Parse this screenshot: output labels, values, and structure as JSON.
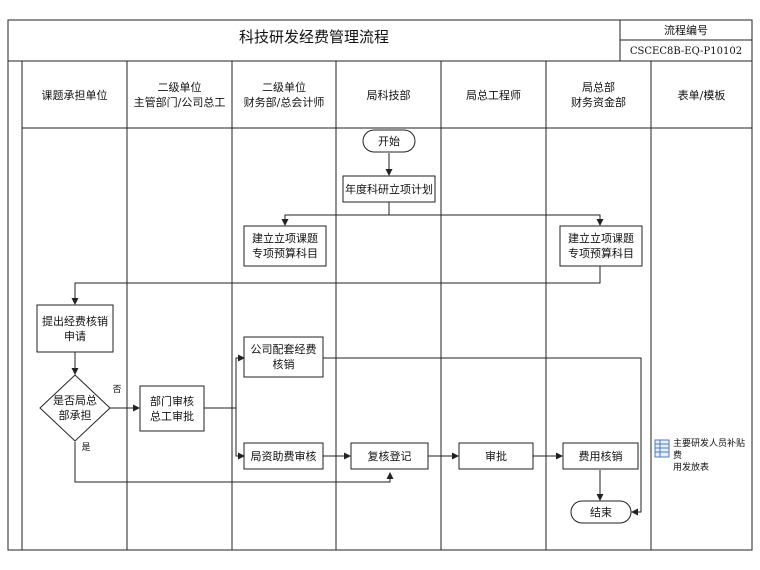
{
  "title": "科技研发经费管理流程",
  "process_no": {
    "label": "流程编号",
    "value": "CSCEC8B-EQ-P10102"
  },
  "lanes": [
    "课题承担单位",
    "二级单位\n主管部门/公司总工",
    "二级单位\n财务部/总会计师",
    "局科技部",
    "局总工程师",
    "局总部\n财务资金部",
    "表单/模板"
  ],
  "nodes": {
    "start": "开始",
    "plan": "年度科研立项计划",
    "budget_finance": "建立立项课题\n专项预算科目",
    "budget_hq": "建立立项课题\n专项预算科目",
    "apply": "提出经费核销\n申请",
    "decision": "是否局总\n部承担",
    "dept_review": "部门审核\n总工审批",
    "company_fund": "公司配套经费\n核销",
    "bureau_fund": "局资助费审核",
    "recheck": "复核登记",
    "approve": "审批",
    "expense": "费用核销",
    "end": "结束"
  },
  "labels": {
    "no": "否",
    "yes": "是"
  },
  "template": {
    "icon": "spreadsheet-icon",
    "text": "主要研发人员补贴费\n用发放表"
  },
  "colors": {
    "line": "#222222",
    "node_fill": "#ffffff",
    "icon": "#4a7cc0"
  }
}
